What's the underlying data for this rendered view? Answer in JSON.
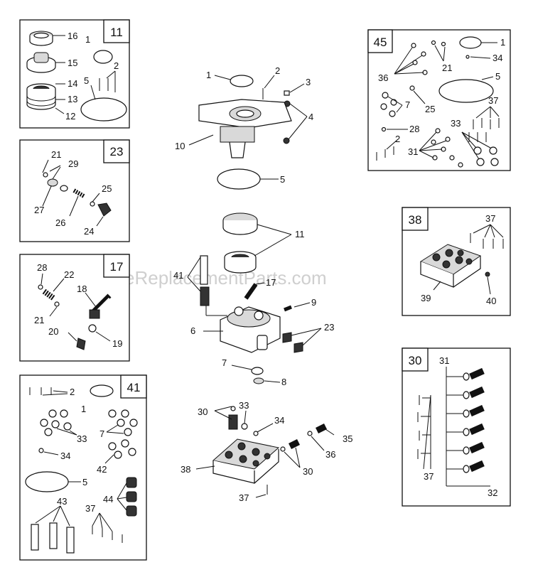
{
  "watermark": "eReplacementParts.com",
  "kits": [
    {
      "id": "11",
      "callouts": [
        "16",
        "1",
        "15",
        "2",
        "14",
        "5",
        "13",
        "12"
      ]
    },
    {
      "id": "23",
      "callouts": [
        "21",
        "29",
        "25",
        "27",
        "26",
        "24"
      ]
    },
    {
      "id": "17",
      "callouts": [
        "28",
        "22",
        "18",
        "21",
        "20",
        "19"
      ]
    },
    {
      "id": "41",
      "callouts": [
        "2",
        "1",
        "33",
        "7",
        "34",
        "42",
        "5",
        "44",
        "43",
        "37"
      ]
    },
    {
      "id": "45",
      "callouts": [
        "1",
        "34",
        "21",
        "36",
        "5",
        "7",
        "25",
        "37",
        "33",
        "28",
        "2",
        "31"
      ]
    },
    {
      "id": "38",
      "callouts": [
        "37",
        "39",
        "40"
      ]
    },
    {
      "id": "30",
      "callouts": [
        "31",
        "37",
        "32"
      ]
    }
  ],
  "main_callouts": [
    "1",
    "2",
    "3",
    "4",
    "10",
    "5",
    "11",
    "41",
    "17",
    "6",
    "9",
    "23",
    "7",
    "8",
    "30",
    "33",
    "34",
    "35",
    "36",
    "38",
    "37"
  ]
}
